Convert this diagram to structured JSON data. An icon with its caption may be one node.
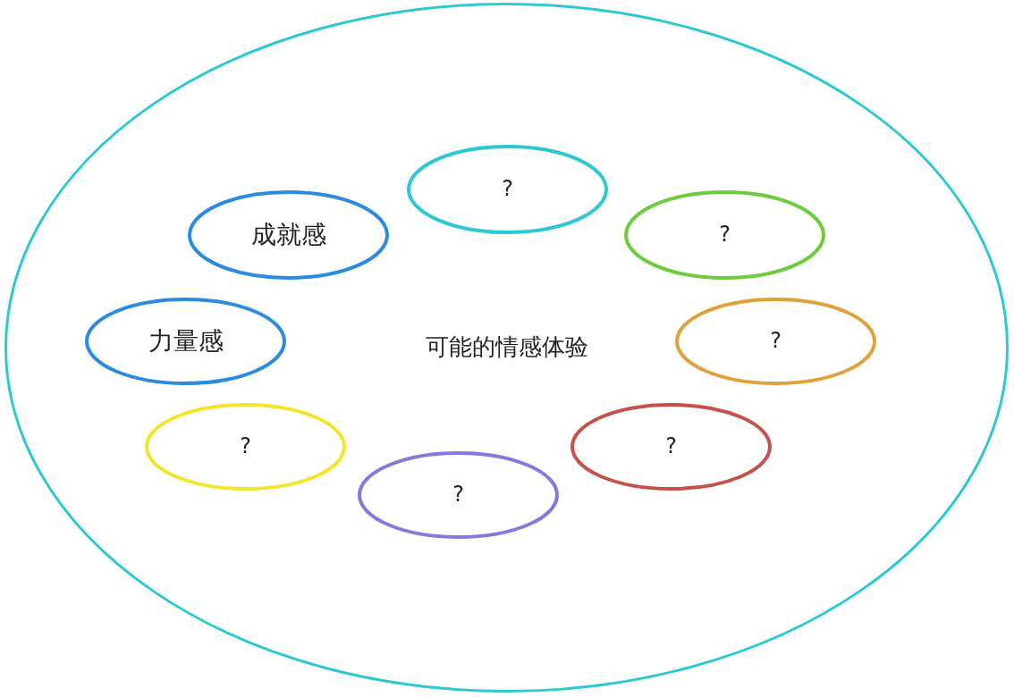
{
  "diagram": {
    "nodes": [
      {
        "text": [
          "可能的情感体验"
        ]
      },
      {
        "text": [
          "?"
        ],
        "in": 0
      },
      {
        "text": [
          "成就感"
        ],
        "in": 0
      },
      {
        "text": [
          "?"
        ],
        "in": 0
      },
      {
        "text": [
          "力量感"
        ],
        "in": 0
      },
      {
        "text": [
          "?"
        ],
        "in": 0
      },
      {
        "text": [
          "?"
        ],
        "in": 0
      },
      {
        "text": [
          "?"
        ],
        "in": 0
      },
      {
        "text": [
          "?"
        ],
        "in": 0
      }
    ]
  }
}
